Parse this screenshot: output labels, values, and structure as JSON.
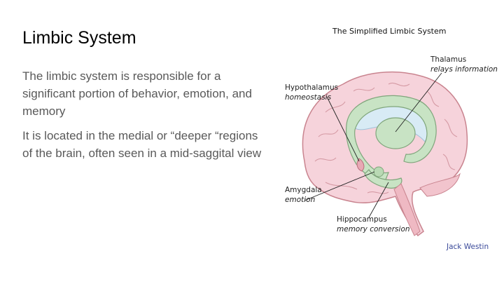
{
  "slide": {
    "title": "Limbic System",
    "paragraphs": [
      "The limbic system is responsible for a significant portion of behavior, emotion, and memory",
      "It is located in the medial or “deeper “regions of the brain, often seen in a mid-saggital view"
    ]
  },
  "figure": {
    "title": "The Simplified Limbic System",
    "labels": {
      "thalamus": {
        "name": "Thalamus",
        "role": "relays information"
      },
      "hypothalamus": {
        "name": "Hypothalamus",
        "role": "homeostasis"
      },
      "amygdala": {
        "name": "Amygdala",
        "role": "emotion"
      },
      "hippocampus": {
        "name": "Hippocampus",
        "role": "memory conversion"
      }
    },
    "credit": "Jack Westin",
    "colors": {
      "brain": "#f6d3db",
      "brain_outline": "#c9848f",
      "limbic_green": "#c8e3c4",
      "limbic_outline": "#7fa57b",
      "ventricle_blue": "#d8ebf5",
      "credit_color": "#3b4a9a"
    }
  }
}
